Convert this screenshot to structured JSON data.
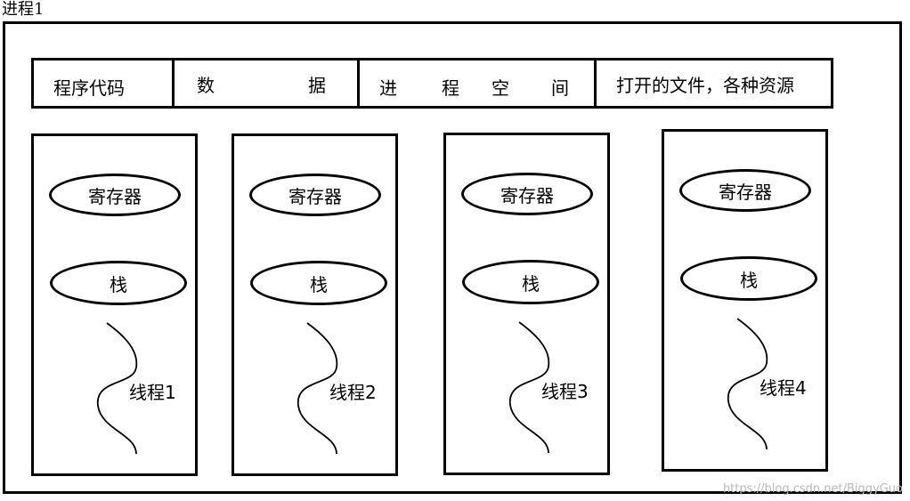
{
  "process": {
    "label": "进程1"
  },
  "shared": {
    "code": "程序代码",
    "data_a": "数",
    "data_b": "据",
    "space_a": "进",
    "space_b": "程",
    "space_c": "空",
    "space_d": "间",
    "resources": "打开的文件，各种资源"
  },
  "threads": [
    {
      "register": "寄存器",
      "stack": "栈",
      "name": "线程1"
    },
    {
      "register": "寄存器",
      "stack": "栈",
      "name": "线程2"
    },
    {
      "register": "寄存器",
      "stack": "栈",
      "name": "线程3"
    },
    {
      "register": "寄存器",
      "stack": "栈",
      "name": "线程4"
    }
  ],
  "watermark": "https://blog.csdn.net/BiggyGuo"
}
